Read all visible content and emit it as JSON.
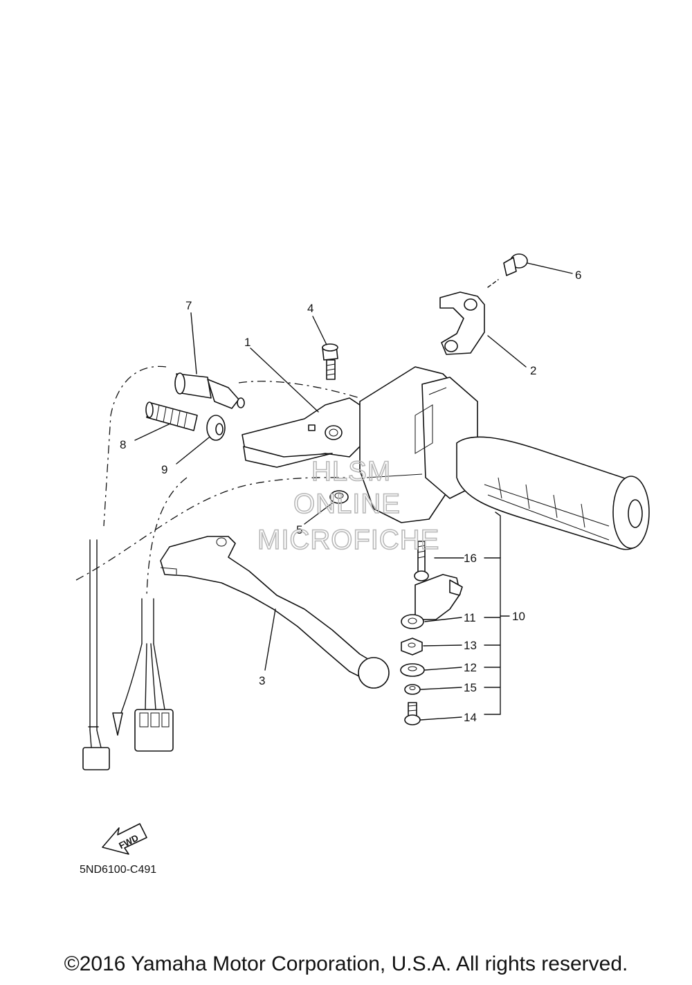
{
  "diagram": {
    "parts": [
      {
        "id": "1",
        "label": "1"
      },
      {
        "id": "2",
        "label": "2"
      },
      {
        "id": "3",
        "label": "3"
      },
      {
        "id": "4",
        "label": "4"
      },
      {
        "id": "5",
        "label": "5"
      },
      {
        "id": "6",
        "label": "6"
      },
      {
        "id": "7",
        "label": "7"
      },
      {
        "id": "8",
        "label": "8"
      },
      {
        "id": "9",
        "label": "9"
      },
      {
        "id": "10",
        "label": "10"
      },
      {
        "id": "11",
        "label": "11"
      },
      {
        "id": "12",
        "label": "12"
      },
      {
        "id": "13",
        "label": "13"
      },
      {
        "id": "14",
        "label": "14"
      },
      {
        "id": "15",
        "label": "15"
      },
      {
        "id": "16",
        "label": "16"
      }
    ],
    "direction_marker": "FWD",
    "drawing_code": "5ND6100-C491",
    "watermark": [
      "HLSM",
      "ONLINE",
      "MICROFICHE"
    ]
  },
  "footer": {
    "copyright": "©2016 Yamaha Motor Corporation, U.S.A. All rights reserved."
  }
}
